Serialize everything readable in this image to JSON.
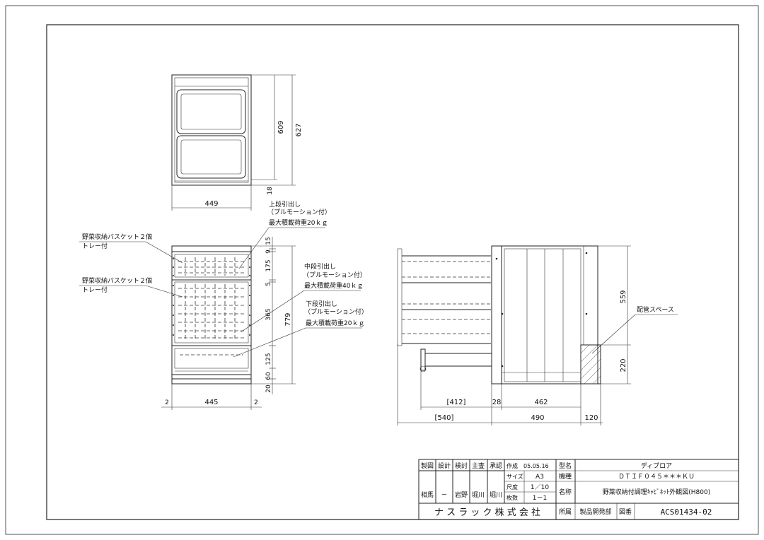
{
  "plan_dims": {
    "width": "449",
    "depth_inner": "609",
    "depth_outer": "627",
    "bottom": "18"
  },
  "front_dims": {
    "d15": "15",
    "d9": "9",
    "d175": "175",
    "d5": "5",
    "d365": "365",
    "d125": "125",
    "d60": "60",
    "d20": "20",
    "total": "779",
    "left_gap": "2",
    "inner_width": "445",
    "right_gap": "2"
  },
  "annotations": {
    "upper_drawer": "上段引出し",
    "upper_drawer_sub": "（プルモーション付）",
    "upper_load": "最大積載荷重20ｋｇ",
    "mid_drawer": "中段引出し",
    "mid_drawer_sub": "（プルモーション付）",
    "mid_load": "最大積載荷重40ｋｇ",
    "low_drawer": "下段引出し",
    "low_drawer_sub": "（プルモーション付）",
    "low_load": "最大積載荷重20ｋｇ",
    "basket1": "野菜収納バスケット２個",
    "basket1_sub": "トレー付",
    "basket2": "野菜収納バスケット２個",
    "basket2_sub": "トレー付",
    "piping": "配管スペース"
  },
  "side_dims": {
    "height": "559",
    "pipe_h": "220",
    "ext1": "[412]",
    "d28": "28",
    "depth_in": "462",
    "ext2": "[540]",
    "depth_out": "490",
    "pipe_d": "120"
  },
  "title_block": {
    "h_seizu": "製図",
    "h_sekkei": "設計",
    "h_kento": "検討",
    "h_shusa": "主査",
    "h_shonin": "承認",
    "v_seizu": "相馬",
    "v_sekkei": "－",
    "v_kento": "岩野",
    "v_shusa": "堀川",
    "v_shonin": "堀川",
    "created_label": "作成",
    "created": "05.05.16",
    "size_label": "サイズ",
    "size": "A3",
    "scale_label": "尺度",
    "scale": "1／10",
    "sheets_label": "枚数",
    "sheets": "1－1",
    "model_label": "型名",
    "model": "ディプロア",
    "type_label": "機種",
    "type": "ＤＴＩＦ０４５＊＊＊ＫＵ",
    "name_label": "名称",
    "name": "野菜収納付調理ｷｬﾋﾞﾈｯﾄ外観図(H800)",
    "company": "ナ ス ラ ッ ク 株 式 会 社",
    "dept_label": "所属",
    "dept": "製品開発部",
    "drawing_label": "図番",
    "drawing_no": "ACS01434-02"
  }
}
